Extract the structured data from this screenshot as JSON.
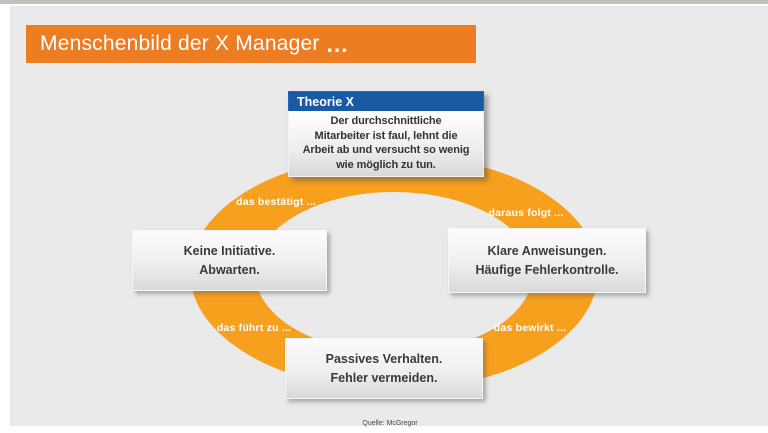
{
  "colors": {
    "title_bar": "#ED7D23",
    "ring": "#F7A01E",
    "theory_header": "#1A5AA5",
    "slide_bg": "#EAEAEA",
    "card_text": "#3A3A3A",
    "label_text": "#FFFFFF"
  },
  "title": {
    "text": "Menschenbild der X Manager",
    "dots": "..."
  },
  "theory_box": {
    "header": "Theorie X",
    "body_lines": [
      "Der durchschnittliche",
      "Mitarbeiter ist faul, lehnt die",
      "Arbeit ab und versucht so wenig",
      "wie möglich zu tun."
    ]
  },
  "cycle": {
    "labels": [
      {
        "text": "das bestätigt ..."
      },
      {
        "text": "daraus folgt ..."
      },
      {
        "text": "das führt zu ..."
      },
      {
        "text": "das bewirkt  ..."
      }
    ],
    "cards": [
      {
        "line1": "Keine Initiative.",
        "line2": "Abwarten."
      },
      {
        "line1": "Klare Anweisungen.",
        "line2": "Häufige Fehlerkontrolle."
      },
      {
        "line1": "Passives Verhalten.",
        "line2": "Fehler vermeiden."
      }
    ]
  },
  "source": "Quelle: McGregor"
}
